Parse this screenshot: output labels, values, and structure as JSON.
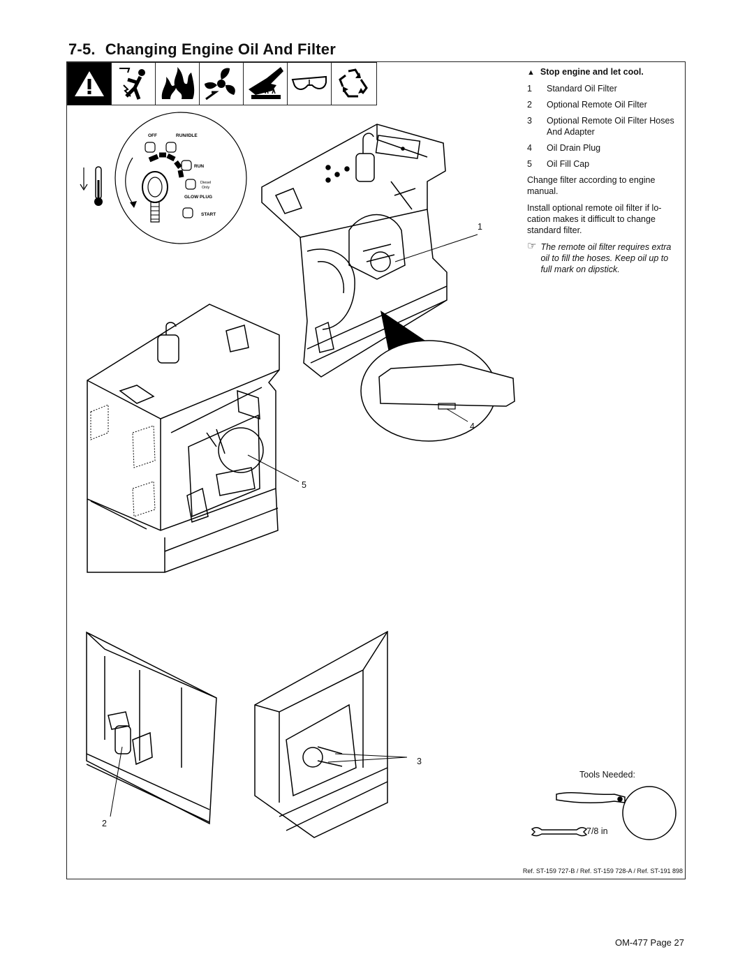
{
  "header": {
    "section_number": "7-5.",
    "section_title": "Changing Engine Oil And Filter"
  },
  "safety_icons": [
    "warning-triangle-icon",
    "electric-shock-icon",
    "fire-icon",
    "moving-parts-icon",
    "hot-parts-icon",
    "safety-glasses-icon",
    "recycle-icon"
  ],
  "dial": {
    "off": "OFF",
    "run_idle": "RUN/IDLE",
    "run": "RUN",
    "diesel": "Diesel",
    "only": "Only",
    "glow_plug": "GLOW PLUG",
    "start": "START"
  },
  "instructions": {
    "warning": "Stop engine and let cool.",
    "items": [
      {
        "num": "1",
        "text": "Standard Oil Filter"
      },
      {
        "num": "2",
        "text": "Optional Remote Oil Filter"
      },
      {
        "num": "3",
        "text": "Optional Remote Oil Filter Hoses And Adapter"
      },
      {
        "num": "4",
        "text": "Oil Drain Plug"
      },
      {
        "num": "5",
        "text": "Oil Fill Cap"
      }
    ],
    "para1": "Change filter according to engine manual.",
    "para2": "Install optional remote oil filter if lo­cation makes it difficult to change standard filter.",
    "note": "The remote oil filter requires extra oil to fill the hoses. Keep oil up to full mark on dipstick."
  },
  "callouts": {
    "c1": "1",
    "c2": "2",
    "c3": "3",
    "c4": "4",
    "c5": "5"
  },
  "tools": {
    "label": "Tools Needed:",
    "wrench_size": "7/8 in"
  },
  "reference": "Ref. ST-159 727-B / Ref. ST-159 728-A / Ref. ST-191 898",
  "footer": "OM-477 Page 27"
}
